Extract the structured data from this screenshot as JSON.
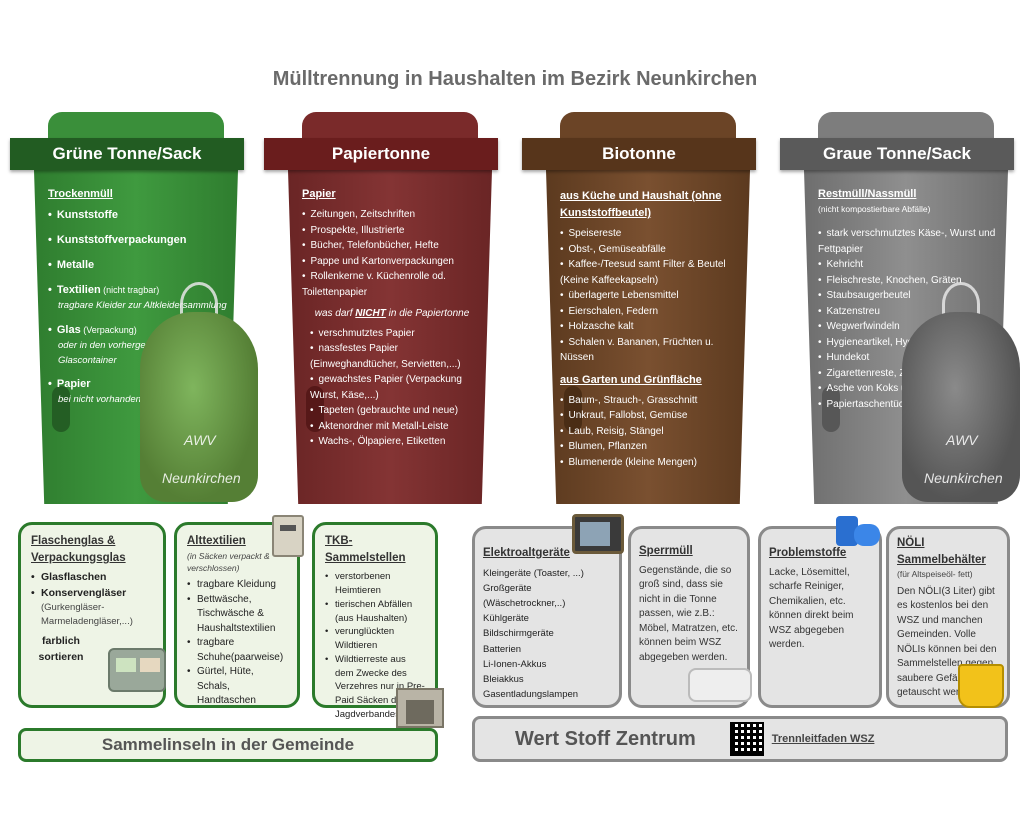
{
  "title": "Mülltrennung in Haushalten im Bezirk Neunkirchen",
  "bins": {
    "green": {
      "banner": "Grüne Tonne/Sack",
      "head": "Trockenmüll",
      "items": [
        {
          "label": "Kunststoffe",
          "note": "",
          "extra": ""
        },
        {
          "label": "Kunststoffverpackungen",
          "note": "",
          "extra": ""
        },
        {
          "label": "Metalle",
          "note": "",
          "extra": ""
        },
        {
          "label": "Textilien",
          "note": "(nicht tragbar)",
          "extra": "tragbare Kleider zur Altkleidersammlung"
        },
        {
          "label": "Glas",
          "note": "(Verpackung)",
          "extra": "oder in den vorhergesehenen Glascontainer"
        },
        {
          "label": "Papier",
          "note": "",
          "extra": "bei nicht vorhandener Papiertonne"
        }
      ]
    },
    "red": {
      "banner": "Papiertonne",
      "head": "Papier",
      "items": [
        "Zeitungen, Zeitschriften",
        "Prospekte, Illustrierte",
        "Bücher, Telefonbücher, Hefte",
        "Pappe und Kartonverpackungen",
        "Rollenkerne v. Küchenrolle od. Toilettenpapier"
      ],
      "sub_pre": "was darf ",
      "sub_em": "NICHT",
      "sub_post": " in die Papiertonne",
      "not_items": [
        "verschmutztes Papier",
        "nassfestes Papier (Einweghandtücher, Servietten,...)",
        "gewachstes Papier (Verpackung Wurst, Käse,...)",
        "Tapeten (gebrauchte und neue)",
        "Aktenordner mit Metall-Leiste",
        "Wachs-, Ölpapiere, Etiketten"
      ]
    },
    "brown": {
      "banner": "Biotonne",
      "head1": "aus Küche und Haushalt (ohne Kunststoffbeutel)",
      "items1": [
        "Speisereste",
        "Obst-, Gemüseabfälle",
        "Kaffee-/Teesud samt Filter & Beutel (Keine Kaffeekapseln)",
        "überlagerte Lebensmittel",
        "Eierschalen, Federn",
        "Holzasche kalt",
        "Schalen v. Bananen, Früchten u. Nüssen"
      ],
      "head2": "aus Garten und Grünfläche",
      "items2": [
        "Baum-, Strauch-, Grasschnitt",
        "Unkraut, Fallobst, Gemüse",
        "Laub, Reisig, Stängel",
        "Blumen, Pflanzen",
        "Blumenerde (kleine Mengen)"
      ]
    },
    "grey": {
      "banner": "Graue Tonne/Sack",
      "head": "Restmüll/Nassmüll",
      "note": "(nicht kompostierbare Abfälle)",
      "items": [
        "stark verschmutztes Käse-, Wurst und Fettpapier",
        "Kehricht",
        "Fleischreste, Knochen, Gräten",
        "Staubsaugerbeutel",
        "Katzenstreu",
        "Wegwerfwindeln",
        "Hygieneartikel, Hygienepapier",
        "Hundekot",
        "Zigarettenreste, Zigarettenasche",
        "Asche von Koks und Kohle (kalt)",
        "Papiertaschentücher"
      ]
    }
  },
  "sack_label": {
    "l1": "AWV",
    "l2": "Neunkirchen"
  },
  "sammelinseln": {
    "flaschenglas": {
      "head": "Flaschenglas & Verpackungsglas",
      "items": [
        "Glasflaschen",
        "Konservengläser"
      ],
      "note": "(Gurkengläser- Marmeladengläser,...)",
      "extra": "farblich sortieren"
    },
    "alttextilien": {
      "head": "Alttextilien",
      "note": "(in Säcken verpackt & verschlossen)",
      "items": [
        "tragbare Kleidung",
        "Bettwäsche, Tischwäsche & Haushaltstextilien",
        "tragbare Schuhe(paarweise)",
        "Gürtel, Hüte, Schals, Handtaschen"
      ]
    },
    "tkb": {
      "head": "TKB-Sammelstellen",
      "items": [
        "verstorbenen Heimtieren",
        "tierischen Abfällen (aus Haushalten)",
        "verunglückten Wildtieren",
        "Wildtierreste aus dem Zwecke des Verzehres nur in Pre-Paid Säcken des NÖ Jagdverbandes"
      ]
    },
    "footer": "Sammelinseln in der Gemeinde"
  },
  "wsz": {
    "elektro": {
      "head": "Elektroaltgeräte",
      "lines": [
        "Kleingeräte (Toaster, ...)",
        "Großgeräte (Wäschetrockner,..)",
        "Kühlgeräte",
        "Bildschirmgeräte",
        "Batterien",
        "Li-Ionen-Akkus",
        "Bleiakkus",
        "Gasentladungslampen"
      ]
    },
    "sperrmuell": {
      "head": "Sperrmüll",
      "text": "Gegenstände, die so groß sind, dass sie nicht in die Tonne passen, wie z.B.: Möbel, Matratzen, etc. können beim WSZ abgegeben werden."
    },
    "problemstoffe": {
      "head": "Problemstoffe",
      "text": "Lacke, Lösemittel, scharfe Reiniger, Chemikalien, etc. können direkt beim WSZ abgegeben werden."
    },
    "noeli": {
      "head": "NÖLI Sammelbehälter",
      "note": "(für Altspeiseöl- fett)",
      "text": "Den NÖLI(3 Liter) gibt es kostenlos bei den WSZ und manchen Gemeinden. Volle NÖLIs können bei den Sammelstellen gegen saubere Gefäße getauscht werden!"
    },
    "footer": "Wert Stoff Zentrum",
    "link": "Trennleitfaden WSZ"
  }
}
